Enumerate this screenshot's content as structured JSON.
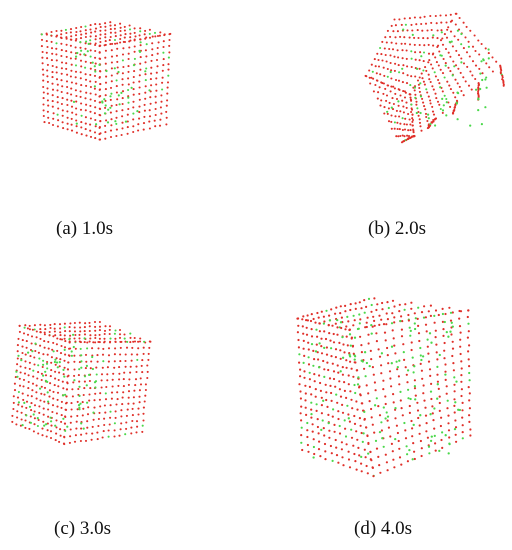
{
  "panels": [
    {
      "caption": "(a) 1.0s"
    },
    {
      "caption": "(b) 2.0s"
    },
    {
      "caption": "(c) 3.0s"
    },
    {
      "caption": "(d) 4.0s"
    }
  ],
  "colors": {
    "background": "#ffffff",
    "red_points": "#e0302a",
    "green_points": "#4bd84b",
    "caption_text": "#111111"
  }
}
